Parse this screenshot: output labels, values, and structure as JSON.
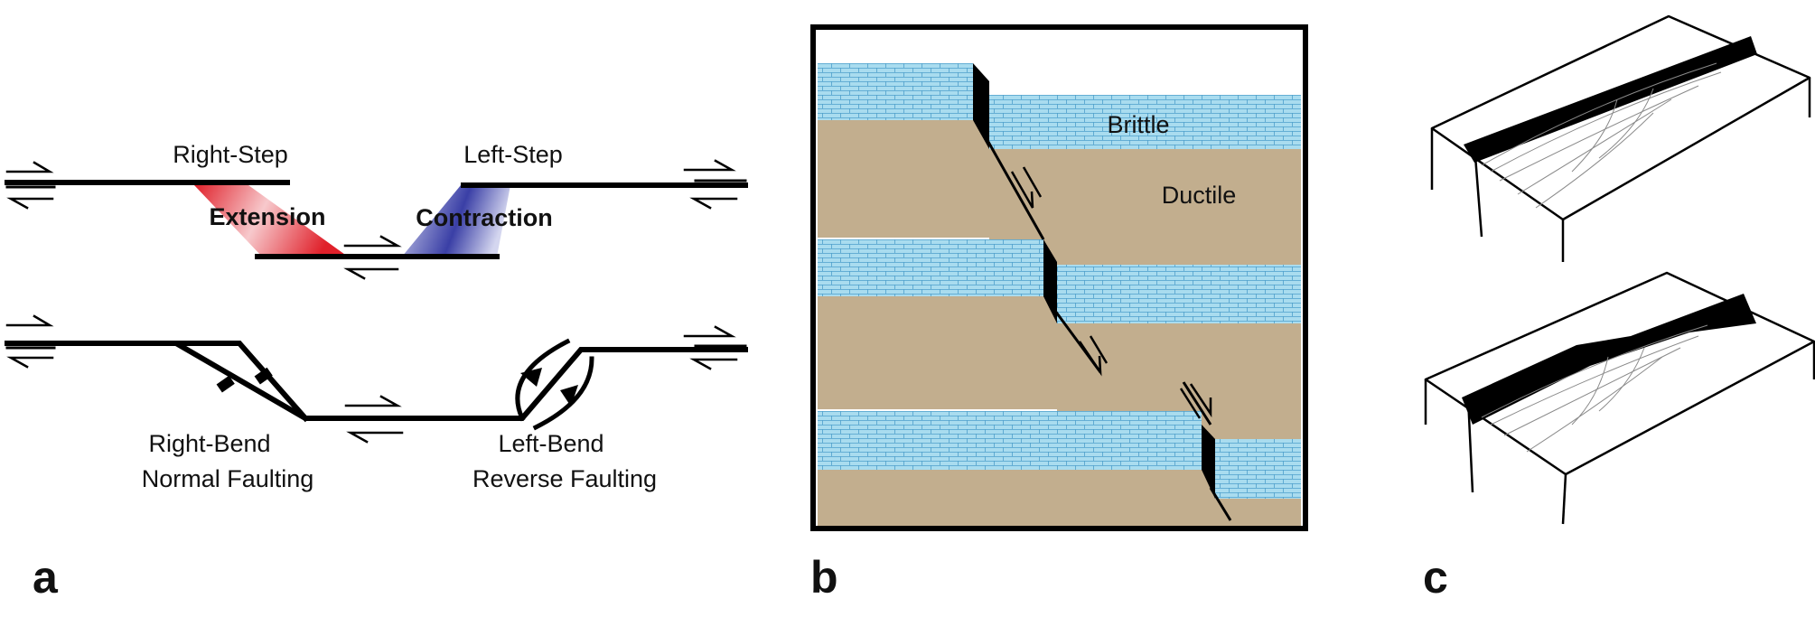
{
  "panel_a": {
    "letter": "a",
    "right_step": "Right-Step",
    "left_step": "Left-Step",
    "extension": "Extension",
    "contraction": "Contraction",
    "right_bend": "Right-Bend",
    "normal_faulting": "Normal Faulting",
    "left_bend": "Left-Bend",
    "reverse_faulting": "Reverse Faulting",
    "colors": {
      "extension": "#e0202a",
      "contraction": "#2a2e9a"
    }
  },
  "panel_b": {
    "letter": "b",
    "brittle": "Brittle",
    "ductile": "Ductile",
    "colors": {
      "brittle": "#a9dcef",
      "ductile": "#d9c29a"
    }
  },
  "panel_c": {
    "letter": "c"
  }
}
